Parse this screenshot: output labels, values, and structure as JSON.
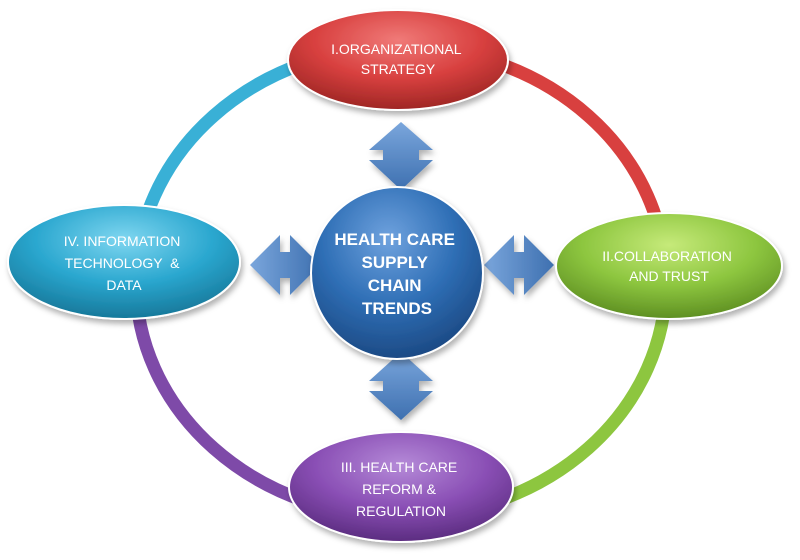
{
  "center": {
    "lines": [
      "HEALTH CARE",
      "SUPPLY",
      "CHAIN",
      "TRENDS"
    ],
    "color": "#2f6fb6"
  },
  "nodes": [
    {
      "id": "organizational-strategy",
      "lines": [
        "I.ORGANIZATIONAL",
        "STRATEGY"
      ],
      "color": "#d8403f"
    },
    {
      "id": "collaboration-trust",
      "lines": [
        "II.COLLABORATION",
        "AND TRUST"
      ],
      "color": "#8dc63f"
    },
    {
      "id": "health-care-reform",
      "lines": [
        "III. HEALTH CARE",
        "REFORM &",
        "REGULATION"
      ],
      "color": "#8a4fb5"
    },
    {
      "id": "information-technology",
      "lines": [
        "IV. INFORMATION",
        "TECHNOLOGY  &",
        "DATA"
      ],
      "color": "#2aa7cf"
    }
  ],
  "ring_colors": {
    "top_right": "#d8403f",
    "bottom_right": "#8dc63f",
    "bottom_left": "#7e4aa8",
    "top_left": "#39b0d6"
  },
  "arrow_color": "#4a7fbf"
}
